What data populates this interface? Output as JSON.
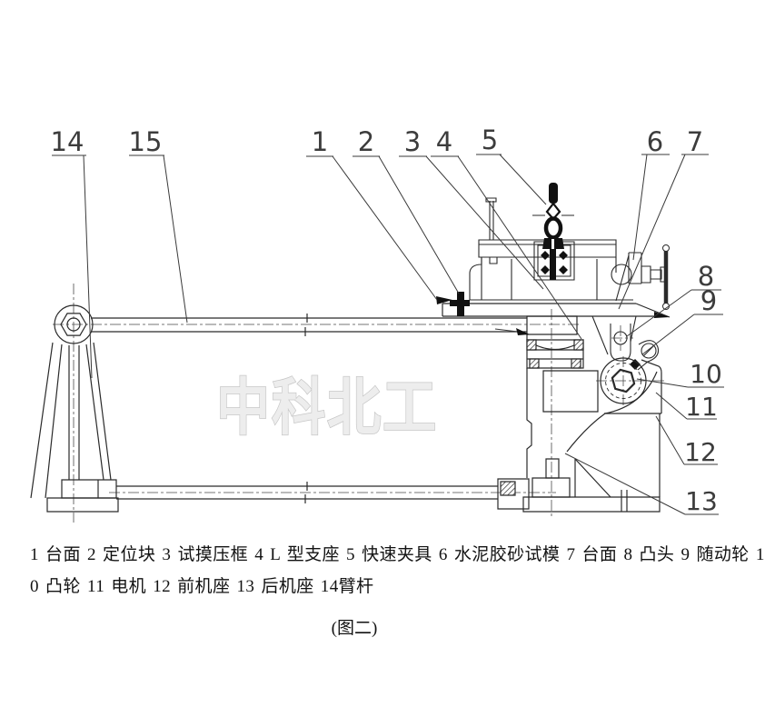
{
  "drawing": {
    "watermark": "中科北工",
    "part_labels": {
      "n1": "1",
      "n2": "2",
      "n3": "3",
      "n4": "4",
      "n5": "5",
      "n6": "6",
      "n7": "7",
      "n8": "8",
      "n9": "9",
      "n10": "10",
      "n11": "11",
      "n12": "12",
      "n13": "13",
      "n14": "14",
      "n15": "15"
    }
  },
  "caption": {
    "line1": "1 台面 2 定位块 3 试摸压框 4 L 型支座 5 快速夹具 6 水泥胶砂试模  7 台面 8 凸头  9 随动轮  1",
    "line2": "0 凸轮  11 电机  12 前机座  13 后机座  14臂杆",
    "figure_label": "(图二)"
  },
  "legend": [
    {
      "num": "1",
      "name": "台面"
    },
    {
      "num": "2",
      "name": "定位块"
    },
    {
      "num": "3",
      "name": "试摸压框"
    },
    {
      "num": "4",
      "name": "L 型支座"
    },
    {
      "num": "5",
      "name": "快速夹具"
    },
    {
      "num": "6",
      "name": "水泥胶砂试模"
    },
    {
      "num": "7",
      "name": "台面"
    },
    {
      "num": "8",
      "name": "凸头"
    },
    {
      "num": "9",
      "name": "随动轮"
    },
    {
      "num": "10",
      "name": "凸轮"
    },
    {
      "num": "11",
      "name": "电机"
    },
    {
      "num": "12",
      "name": "前机座"
    },
    {
      "num": "13",
      "name": "后机座"
    },
    {
      "num": "14",
      "name": "臂杆"
    }
  ],
  "colors": {
    "line": "#2a2a2a",
    "leader": "#3a3a3a",
    "watermark_fill": "#ededed",
    "watermark_stroke": "#c6c6c6",
    "text": "#121212",
    "paper": "#ffffff"
  }
}
